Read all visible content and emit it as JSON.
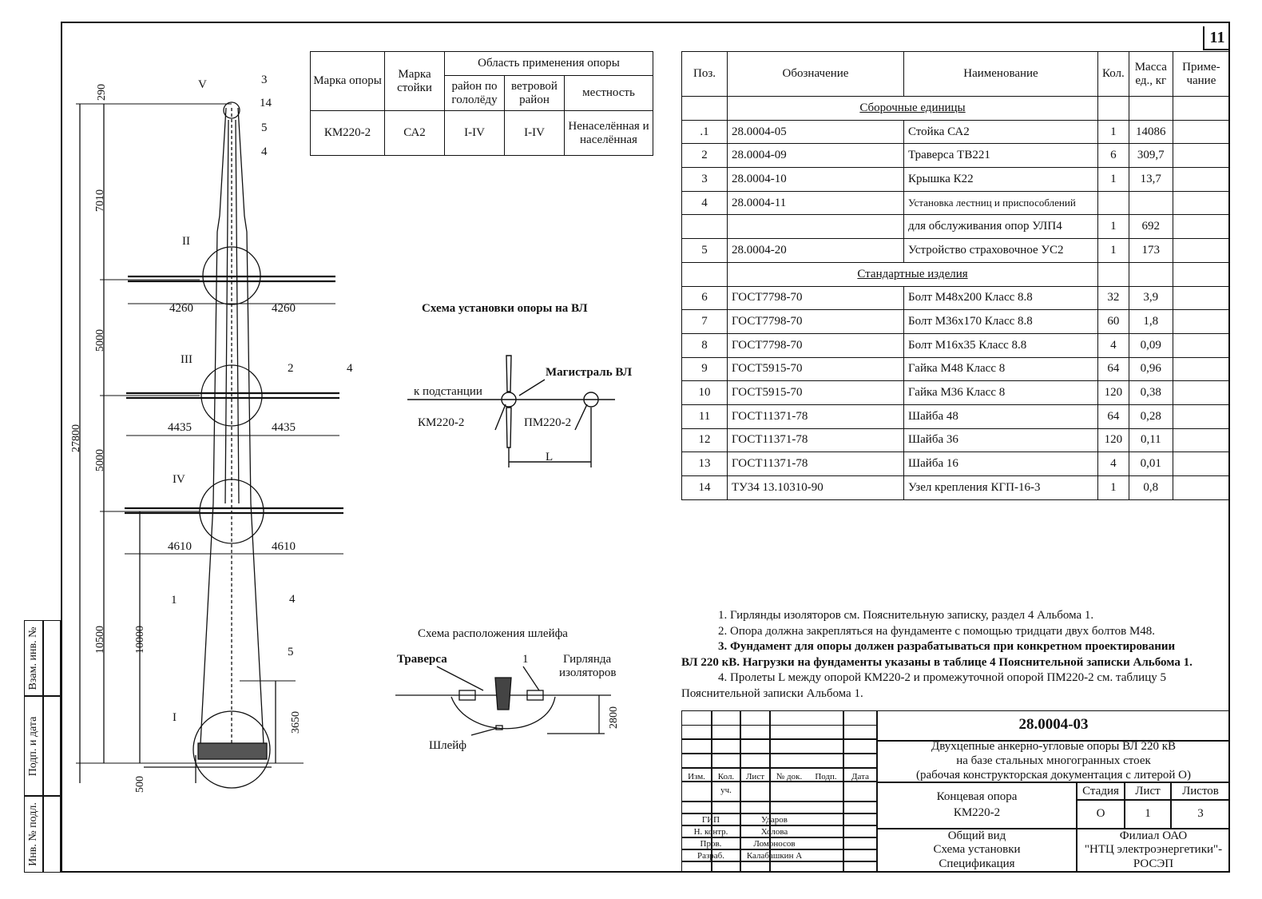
{
  "sheet_number": "11",
  "application_table": {
    "col_mark": "Марка опоры",
    "col_post": "Марка стойки",
    "area_header": "Область применения опоры",
    "col_ice": "район по гололёду",
    "col_wind": "ветровой район",
    "col_terrain": "местность",
    "row": {
      "mark": "КМ220-2",
      "post": "СА2",
      "ice": "I-IV",
      "wind": "I-IV",
      "terrain": "Ненаселённая и населённая"
    }
  },
  "spec": {
    "headers": {
      "pos": "Поз.",
      "designation": "Обозначение",
      "name": "Наименование",
      "qty": "Кол.",
      "mass": "Масса ед., кг",
      "note": "Приме-чание"
    },
    "section_assembly": "Сборочные единицы",
    "section_standard": "Стандартные изделия",
    "assembly_rows": [
      {
        "pos": ".1",
        "designation": "28.0004-05",
        "name": "Стойка СА2",
        "qty": "1",
        "mass": "14086"
      },
      {
        "pos": "2",
        "designation": "28.0004-09",
        "name": "Траверса ТВ221",
        "qty": "6",
        "mass": "309,7"
      },
      {
        "pos": "3",
        "designation": "28.0004-10",
        "name": "Крышка К22",
        "qty": "1",
        "mass": "13,7"
      },
      {
        "pos": "4",
        "designation": "28.0004-11",
        "name": "Установка лестниц и приспособлений",
        "qty": "",
        "mass": ""
      },
      {
        "pos": "",
        "designation": "",
        "name": "для обслуживания опор УЛП4",
        "qty": "1",
        "mass": "692"
      },
      {
        "pos": "5",
        "designation": "28.0004-20",
        "name": "Устройство страховочное УС2",
        "qty": "1",
        "mass": "173"
      }
    ],
    "standard_rows": [
      {
        "pos": "6",
        "designation": "ГОСТ7798-70",
        "name": "Болт М48х200 Класс 8.8",
        "qty": "32",
        "mass": "3,9"
      },
      {
        "pos": "7",
        "designation": "ГОСТ7798-70",
        "name": "Болт М36х170 Класс 8.8",
        "qty": "60",
        "mass": "1,8"
      },
      {
        "pos": "8",
        "designation": "ГОСТ7798-70",
        "name": "Болт М16х35 Класс 8.8",
        "qty": "4",
        "mass": "0,09"
      },
      {
        "pos": "9",
        "designation": "ГОСТ5915-70",
        "name": "Гайка М48 Класс 8",
        "qty": "64",
        "mass": "0,96"
      },
      {
        "pos": "10",
        "designation": "ГОСТ5915-70",
        "name": "Гайка М36 Класс 8",
        "qty": "120",
        "mass": "0,38"
      },
      {
        "pos": "11",
        "designation": "ГОСТ11371-78",
        "name": "Шайба 48",
        "qty": "64",
        "mass": "0,28"
      },
      {
        "pos": "12",
        "designation": "ГОСТ11371-78",
        "name": "Шайба 36",
        "qty": "120",
        "mass": "0,11"
      },
      {
        "pos": "13",
        "designation": "ГОСТ11371-78",
        "name": "Шайба 16",
        "qty": "4",
        "mass": "0,01"
      },
      {
        "pos": "14",
        "designation": "ТУ34 13.10310-90",
        "name": "Узел крепления КГП-16-3",
        "qty": "1",
        "mass": "0,8"
      }
    ]
  },
  "notes": [
    "1. Гирлянды изоляторов см. Пояснительную записку, раздел 4 Альбома 1.",
    "2. Опора должна закрепляться на фундаменте с помощью тридцати двух болтов М48.",
    "3. Фундамент для опоры должен разрабатываться при конкретном проектировании",
    "ВЛ 220 кВ. Нагрузки на фундаменты указаны в таблице 4 Пояснительной записки Альбома 1.",
    "4. Пролеты L между опорой КМ220-2 и промежуточной опорой ПМ220-2 см. таблицу 5",
    "Пояснительной записки Альбома 1."
  ],
  "title_block": {
    "doc_code": "28.0004-03",
    "project_title": [
      "Двухцепные анкерно-угловые опоры ВЛ 220 кВ",
      "на базе стальных многогранных стоек",
      "(рабочая конструкторская документация с литерой О)"
    ],
    "drawing_name": [
      "Концевая опора",
      "КМ220-2"
    ],
    "sheet_content": [
      "Общий вид",
      "Схема установки",
      "Спецификация"
    ],
    "col_stage": "Стадия",
    "col_sheet": "Лист",
    "col_sheets": "Листов",
    "stage": "О",
    "sheet": "1",
    "sheets": "3",
    "org": [
      "Филиал ОАО",
      "\"НТЦ электроэнергетики\"-",
      "РОСЭП"
    ],
    "change_headers": [
      "Изм.",
      "Кол. уч.",
      "Лист",
      "№ док.",
      "Подп.",
      "Дата"
    ],
    "signatures": [
      {
        "role": "ГИП",
        "name": "Ударов"
      },
      {
        "role": "Н. контр.",
        "name": "Холова"
      },
      {
        "role": "Пров.",
        "name": "Ломоносов"
      },
      {
        "role": "Разраб.",
        "name": "Калабашкин А"
      }
    ]
  },
  "side_stamp": [
    "Взам. инв. №",
    "Подп. и дата",
    "Инв. № подл."
  ],
  "tower": {
    "dims_vertical": [
      "290",
      "7010",
      "5000",
      "5000",
      "27800",
      "10500",
      "10000",
      "3650",
      "500"
    ],
    "dims_arms": [
      "4260",
      "4260",
      "4435",
      "4435",
      "4610",
      "4610"
    ],
    "callouts": [
      "V",
      "3",
      "14",
      "5",
      "4",
      "II",
      "III",
      "2",
      "4",
      "IV",
      "1",
      "4",
      "5",
      "I"
    ]
  },
  "install_scheme": {
    "title": "Схема установки опоры на ВЛ",
    "to_substation": "к подстанции",
    "main_line": "Магистраль ВЛ",
    "km_label": "КМ220-2",
    "pm_label": "ПМ220-2",
    "span": "L"
  },
  "loop_scheme": {
    "title": "Схема расположения шлейфа",
    "traverse": "Траверса",
    "insulator": [
      "Гирлянда",
      "изоляторов"
    ],
    "callout": "1",
    "loop": "Шлейф",
    "dim": "2800"
  }
}
